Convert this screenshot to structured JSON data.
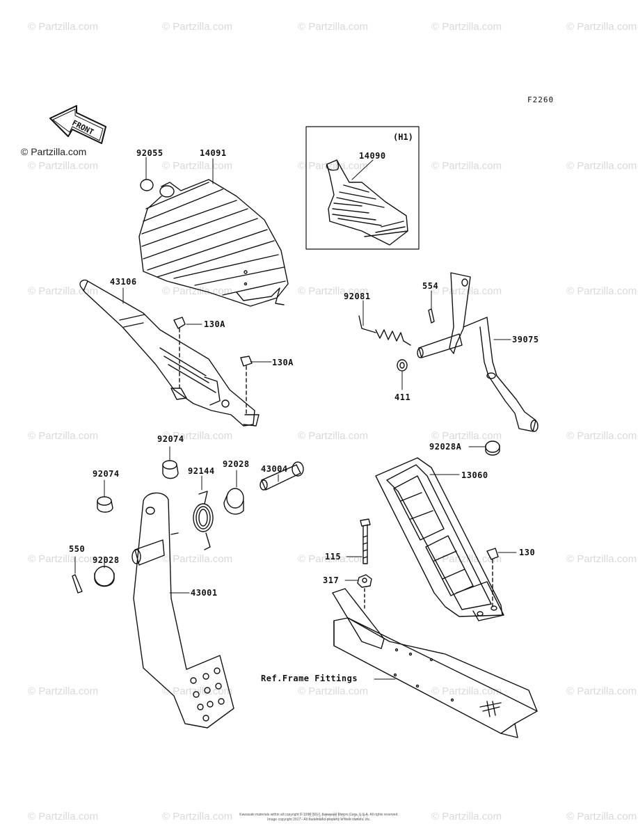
{
  "figure_code": "F2260",
  "copyright": "© Partzilla.com",
  "watermark": "© Partzilla.com",
  "front_label": "FRONT",
  "inset_label": "(H1)",
  "ref_label": "Ref.Frame Fittings",
  "footer": {
    "line1": "Kawasaki materials within all copyright © 1996-2017, Kawasaki Motors Corp, U.S.A. All rights reserved.",
    "line2": "Image copyright 2017 - All trademarks property of their owners, inc."
  },
  "parts": [
    {
      "id": "92055"
    },
    {
      "id": "14091"
    },
    {
      "id": "14090"
    },
    {
      "id": "43106"
    },
    {
      "id": "130A"
    },
    {
      "id": "130A"
    },
    {
      "id": "92081"
    },
    {
      "id": "554"
    },
    {
      "id": "39075"
    },
    {
      "id": "411"
    },
    {
      "id": "92074"
    },
    {
      "id": "92074"
    },
    {
      "id": "43004"
    },
    {
      "id": "92144"
    },
    {
      "id": "92028"
    },
    {
      "id": "92028A"
    },
    {
      "id": "13060"
    },
    {
      "id": "550"
    },
    {
      "id": "92028"
    },
    {
      "id": "115"
    },
    {
      "id": "130"
    },
    {
      "id": "317"
    },
    {
      "id": "43001"
    }
  ],
  "colors": {
    "line": "#111111",
    "watermark": "#d9d9d9"
  }
}
